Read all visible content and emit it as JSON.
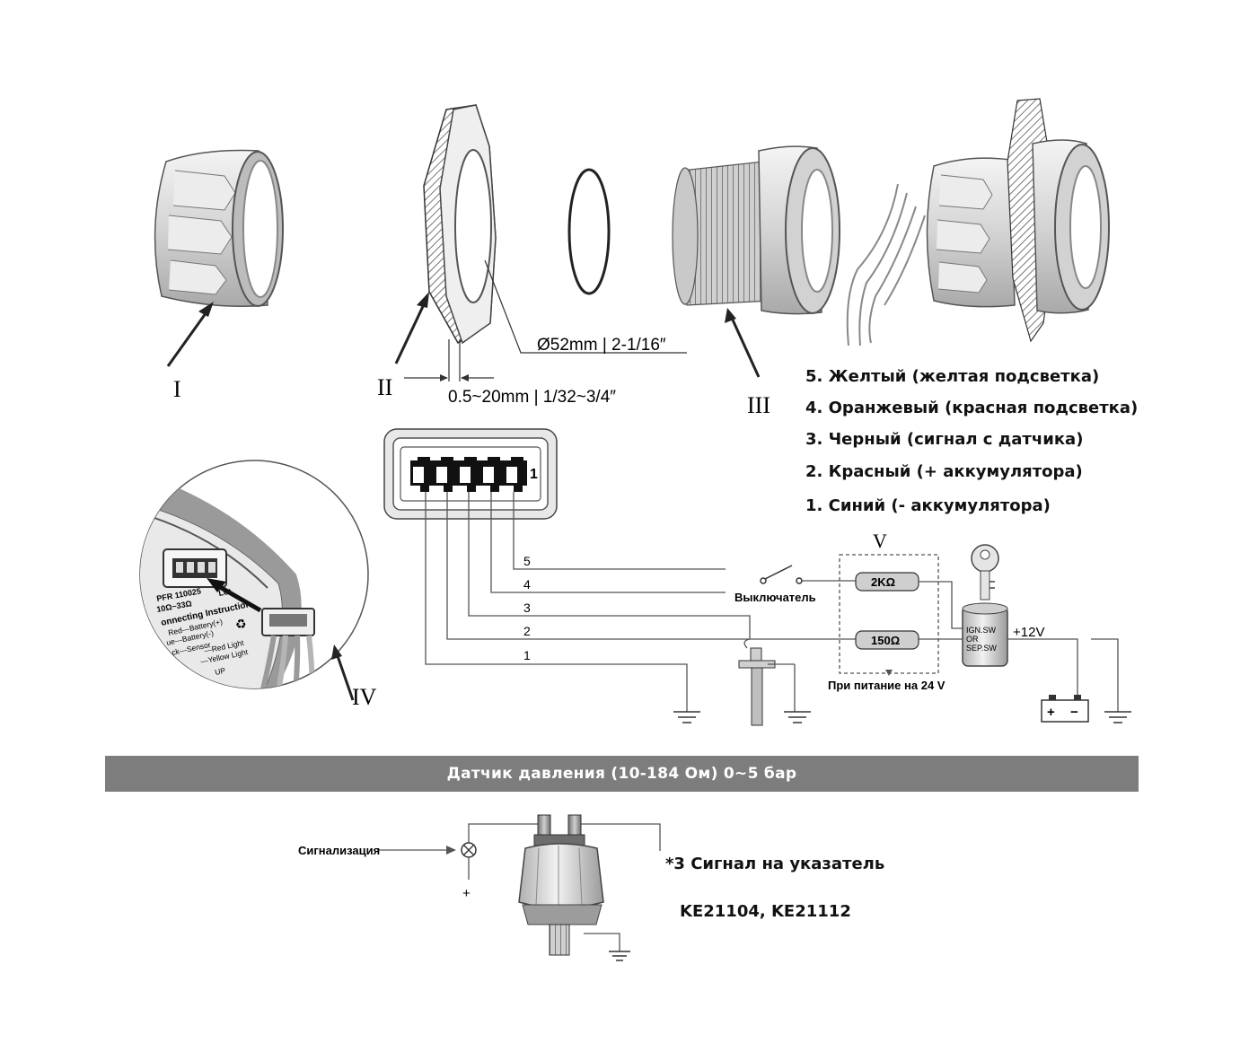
{
  "colors": {
    "banner_bg": "#7d7d7d",
    "part_fill": "#e6e6e6",
    "part_shade": "#bdbdbd",
    "part_dark": "#8a8a8a",
    "line": "#333333",
    "wire": "#555555"
  },
  "parts": {
    "labels": [
      "I",
      "II",
      "III",
      "IV",
      "V"
    ],
    "diameter_label": "Ø52mm | 2-1/16″",
    "thickness_label": "0.5~20mm | 1/32~3/4″"
  },
  "inset_text": {
    "pn": "PFR 110025",
    "ohm": "10Ω~33Ω",
    "lot": "Lot",
    "heading": "onnecting Instruction",
    "lines": [
      "Red—Battery(+)",
      "ue—Battery(-)",
      "ck—Sensor",
      "—Red Light",
      "—Yellow Light",
      "UP"
    ]
  },
  "connector": {
    "pins": [
      "5",
      "4",
      "3",
      "2",
      "1"
    ],
    "pin_one_mark": "1"
  },
  "legend": [
    "5. Желтый (желтая подсветка)",
    "4. Оранжевый (красная подсветка)",
    "3. Черный (сигнал с датчика)",
    "2. Красный (+ аккумулятора)",
    "1. Синий (- аккумулятора)"
  ],
  "wiring": {
    "switch_label": "Выключатель",
    "resistor_2k": "2KΩ",
    "resistor_150": "150Ω",
    "ign_lines": [
      "IGN.SW",
      "OR",
      "SEP.SW"
    ],
    "supply": "+12V",
    "battery_plus": "+",
    "battery_minus": "−",
    "note_24v": "При питание на 24 V"
  },
  "banner": {
    "title": "Датчик давления (10-184 Ом) 0~5 бар"
  },
  "sensor": {
    "alarm_label": "Сигнализация",
    "plus": "+",
    "signal_note": "*3 Сигнал на указатель",
    "models": "KE21104, KE21112"
  }
}
